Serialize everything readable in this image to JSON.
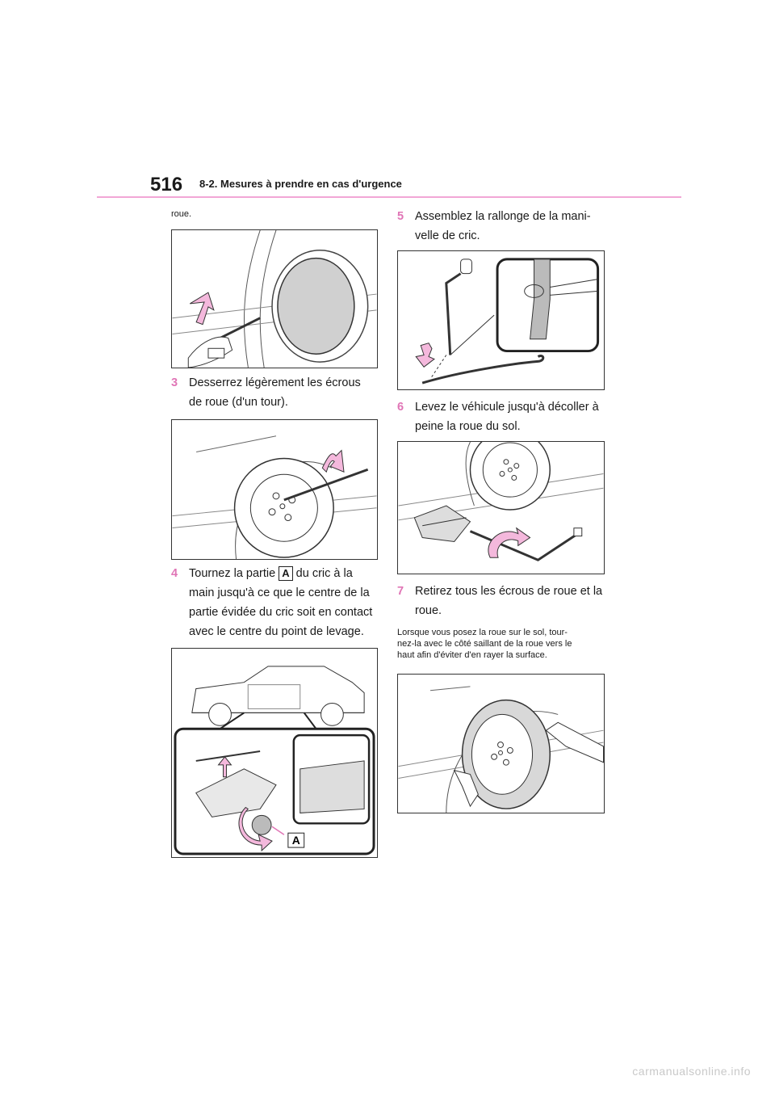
{
  "header": {
    "page_number": "516",
    "section": "8-2. Mesures à prendre en cas d'urgence"
  },
  "left_column": {
    "continuation": "roue.",
    "step3": {
      "num": "3",
      "line1": "Desserrez légèrement les écrous",
      "line2": "de roue (d'un tour)."
    },
    "step4": {
      "num": "4",
      "line1_before": "Tournez la partie",
      "label": "A",
      "line1_after": "du cric à la",
      "line2": "main jusqu'à ce que le centre de la",
      "line3": "partie évidée du cric soit en contact",
      "line4": "avec le centre du point de levage."
    },
    "figure_label": "A"
  },
  "right_column": {
    "step5": {
      "num": "5",
      "line1": "Assemblez la rallonge de la mani-",
      "line2": "velle de cric."
    },
    "step6": {
      "num": "6",
      "line1": "Levez le véhicule jusqu'à décoller à",
      "line2": "peine la roue du sol."
    },
    "step7": {
      "num": "7",
      "line1": "Retirez tous les écrous de roue et la",
      "line2": "roue."
    },
    "note": {
      "line1": "Lorsque vous posez la roue sur le sol, tour-",
      "line2": "nez-la avec le côté saillant de la roue vers le",
      "line3": "haut afin d'éviter d'en rayer la surface."
    }
  },
  "colors": {
    "accent": "#e075b6",
    "rule": "#f2a7d6",
    "arrow_fill": "#f4b8dc"
  },
  "footer": "carmanualsonline.info"
}
